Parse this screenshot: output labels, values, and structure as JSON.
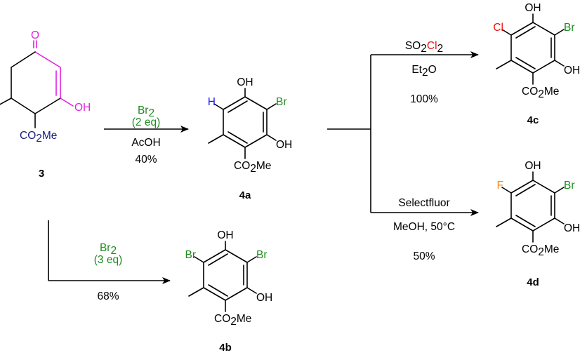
{
  "colors": {
    "magenta": "#e020e0",
    "navy": "#1a1a80",
    "green": "#1e8c1e",
    "blue": "#1a1aee",
    "red": "#ee1111",
    "orange": "#f08c1e",
    "black": "#000000"
  },
  "compounds": {
    "c3": {
      "label": "3",
      "o": "O",
      "oh": "OH",
      "ester_a": "CO",
      "ester_sub": "2",
      "ester_b": "Me"
    },
    "c4a": {
      "label": "4a",
      "h": "H",
      "oh_top": "OH",
      "br": "Br",
      "oh_bottom": "OH",
      "ester_a": "CO",
      "ester_sub": "2",
      "ester_b": "Me"
    },
    "c4b": {
      "label": "4b",
      "br_left": "Br",
      "oh_top": "OH",
      "br_right": "Br",
      "oh_bottom": "OH",
      "ester_a": "CO",
      "ester_sub": "2",
      "ester_b": "Me"
    },
    "c4c": {
      "label": "4c",
      "cl": "Cl",
      "oh_top": "OH",
      "br": "Br",
      "oh_bottom": "OH",
      "ester_a": "CO",
      "ester_sub": "2",
      "ester_b": "Me"
    },
    "c4d": {
      "label": "4d",
      "f": "F",
      "oh_top": "OH",
      "br": "Br",
      "oh_bottom": "OH",
      "ester_a": "CO",
      "ester_sub": "2",
      "ester_b": "Me"
    }
  },
  "reactions": {
    "to_4a": {
      "reagent": "Br",
      "reagent_sub": "2",
      "equiv": "(2 eq)",
      "solvent": "AcOH",
      "yield": "40%"
    },
    "to_4b": {
      "reagent": "Br",
      "reagent_sub": "2",
      "equiv": "(3 eq)",
      "yield": "68%"
    },
    "to_4c": {
      "reagent_a": "SO",
      "reagent_sub1": "2",
      "reagent_b": "Cl",
      "reagent_sub2": "2",
      "solvent_a": "Et",
      "solvent_sub": "2",
      "solvent_b": "O",
      "yield": "100%"
    },
    "to_4d": {
      "reagent": "Selectfluor",
      "conditions": "MeOH, 50°C",
      "yield": "50%"
    }
  }
}
